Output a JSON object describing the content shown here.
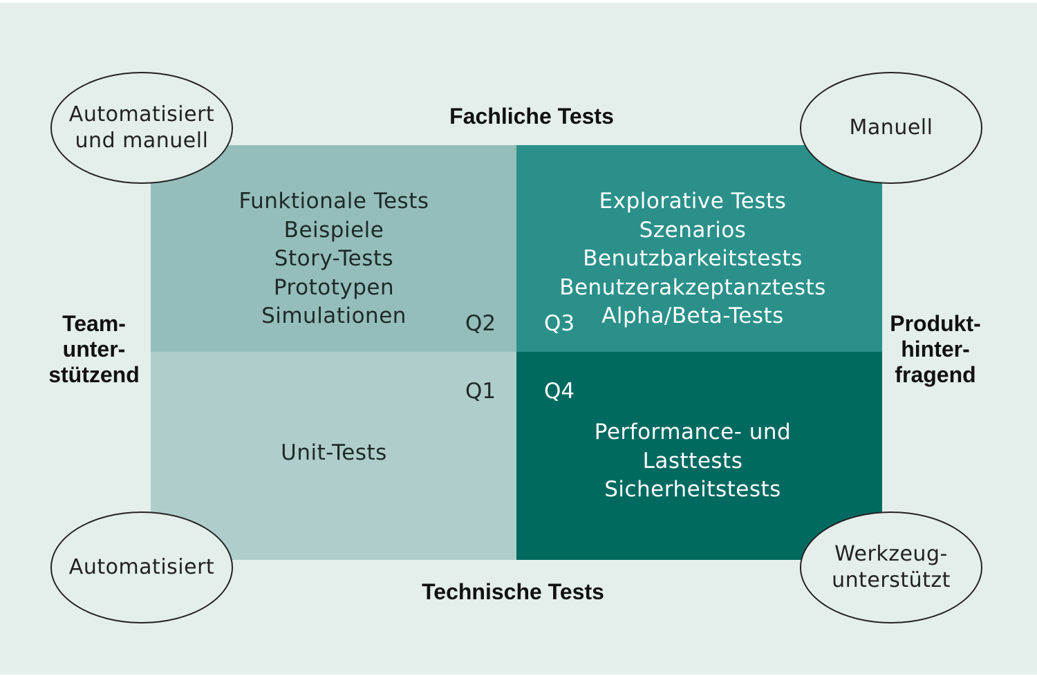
{
  "colors": {
    "background": "#e4eeeb",
    "q2": "#95beba",
    "q1": "#afcecb",
    "q3": "#2b908a",
    "q4": "#006a61"
  },
  "axes": {
    "top": "Fachliche Tests",
    "bottom": "Technische Tests",
    "left": "Team-\nunter-\nstützend",
    "right": "Produkt-\nhinter-\nfragend"
  },
  "ellipses": {
    "top_left": "Automatisiert\nund manuell",
    "top_right": "Manuell",
    "bottom_left": "Automatisiert",
    "bottom_right": "Werkzeug-\nunterstützt"
  },
  "quadrants": {
    "q2": {
      "label": "Q2",
      "items": [
        "Funktionale Tests",
        "Beispiele",
        "Story-Tests",
        "Prototypen",
        "Simulationen"
      ]
    },
    "q3": {
      "label": "Q3",
      "items": [
        "Explorative Tests",
        "Szenarios",
        "Benutzbarkeitstests",
        "Benutzerakzeptanztests",
        "Alpha/Beta-Tests"
      ]
    },
    "q1": {
      "label": "Q1",
      "items": [
        "Unit-Tests"
      ]
    },
    "q4": {
      "label": "Q4",
      "items": [
        "Performance- und",
        "Lasttests",
        "Sicherheitstests"
      ]
    }
  }
}
